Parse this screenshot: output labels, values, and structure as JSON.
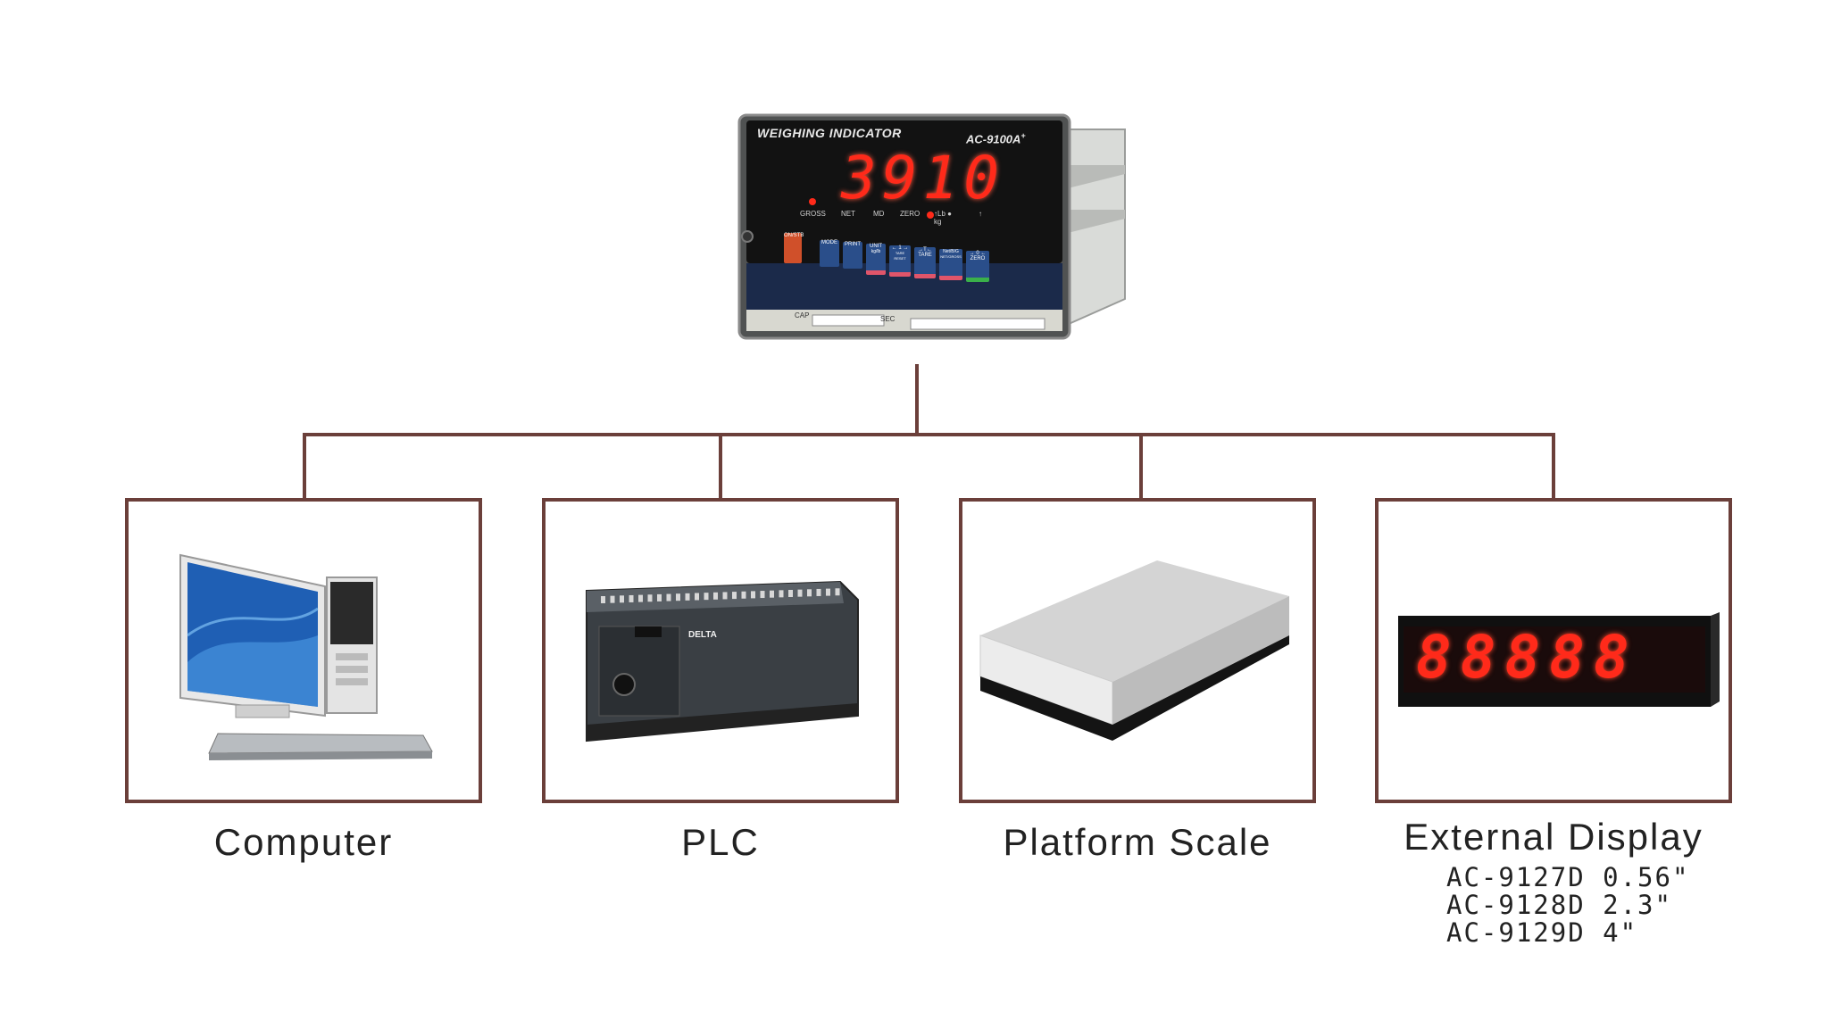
{
  "indicator": {
    "brand_label": "WEIGHING INDICATOR",
    "model": "AC-9100A",
    "model_sup": "+",
    "reading": "3910",
    "status_labels": [
      "GROSS",
      "NET",
      "MD",
      "ZERO",
      "↑Lb ● kg",
      "↑"
    ],
    "keys": [
      {
        "top": "ON/STB",
        "bottom": ""
      },
      {
        "top": "MODE",
        "bottom": ""
      },
      {
        "top": "PRINT",
        "bottom": ""
      },
      {
        "top": "UNIT",
        "bottom": "kg/lb"
      },
      {
        "top": "← 1 →",
        "bottom": "TARE RESET"
      },
      {
        "top": "→T←",
        "bottom": "TARE"
      },
      {
        "top": "Net/B/G",
        "bottom": "NET/GROSS"
      },
      {
        "top": "→ 0 ←",
        "bottom": "ZERO"
      }
    ],
    "cap_label": "CAP",
    "sec_label": "SEC"
  },
  "devices": [
    {
      "id": "computer",
      "label": "Computer"
    },
    {
      "id": "plc",
      "label": "PLC",
      "plc_brand": "DELTA"
    },
    {
      "id": "platform-scale",
      "label": "Platform Scale"
    },
    {
      "id": "external-display",
      "label": "External Display",
      "digits": "88888",
      "models": [
        "AC-9127D 0.56\"",
        "AC-9128D 2.3\"",
        "AC-9129D 4\""
      ]
    }
  ],
  "colors": {
    "connector": "#6b3f3a",
    "led": "#ff2a1a",
    "indicator_body": "#2a2a2a"
  }
}
